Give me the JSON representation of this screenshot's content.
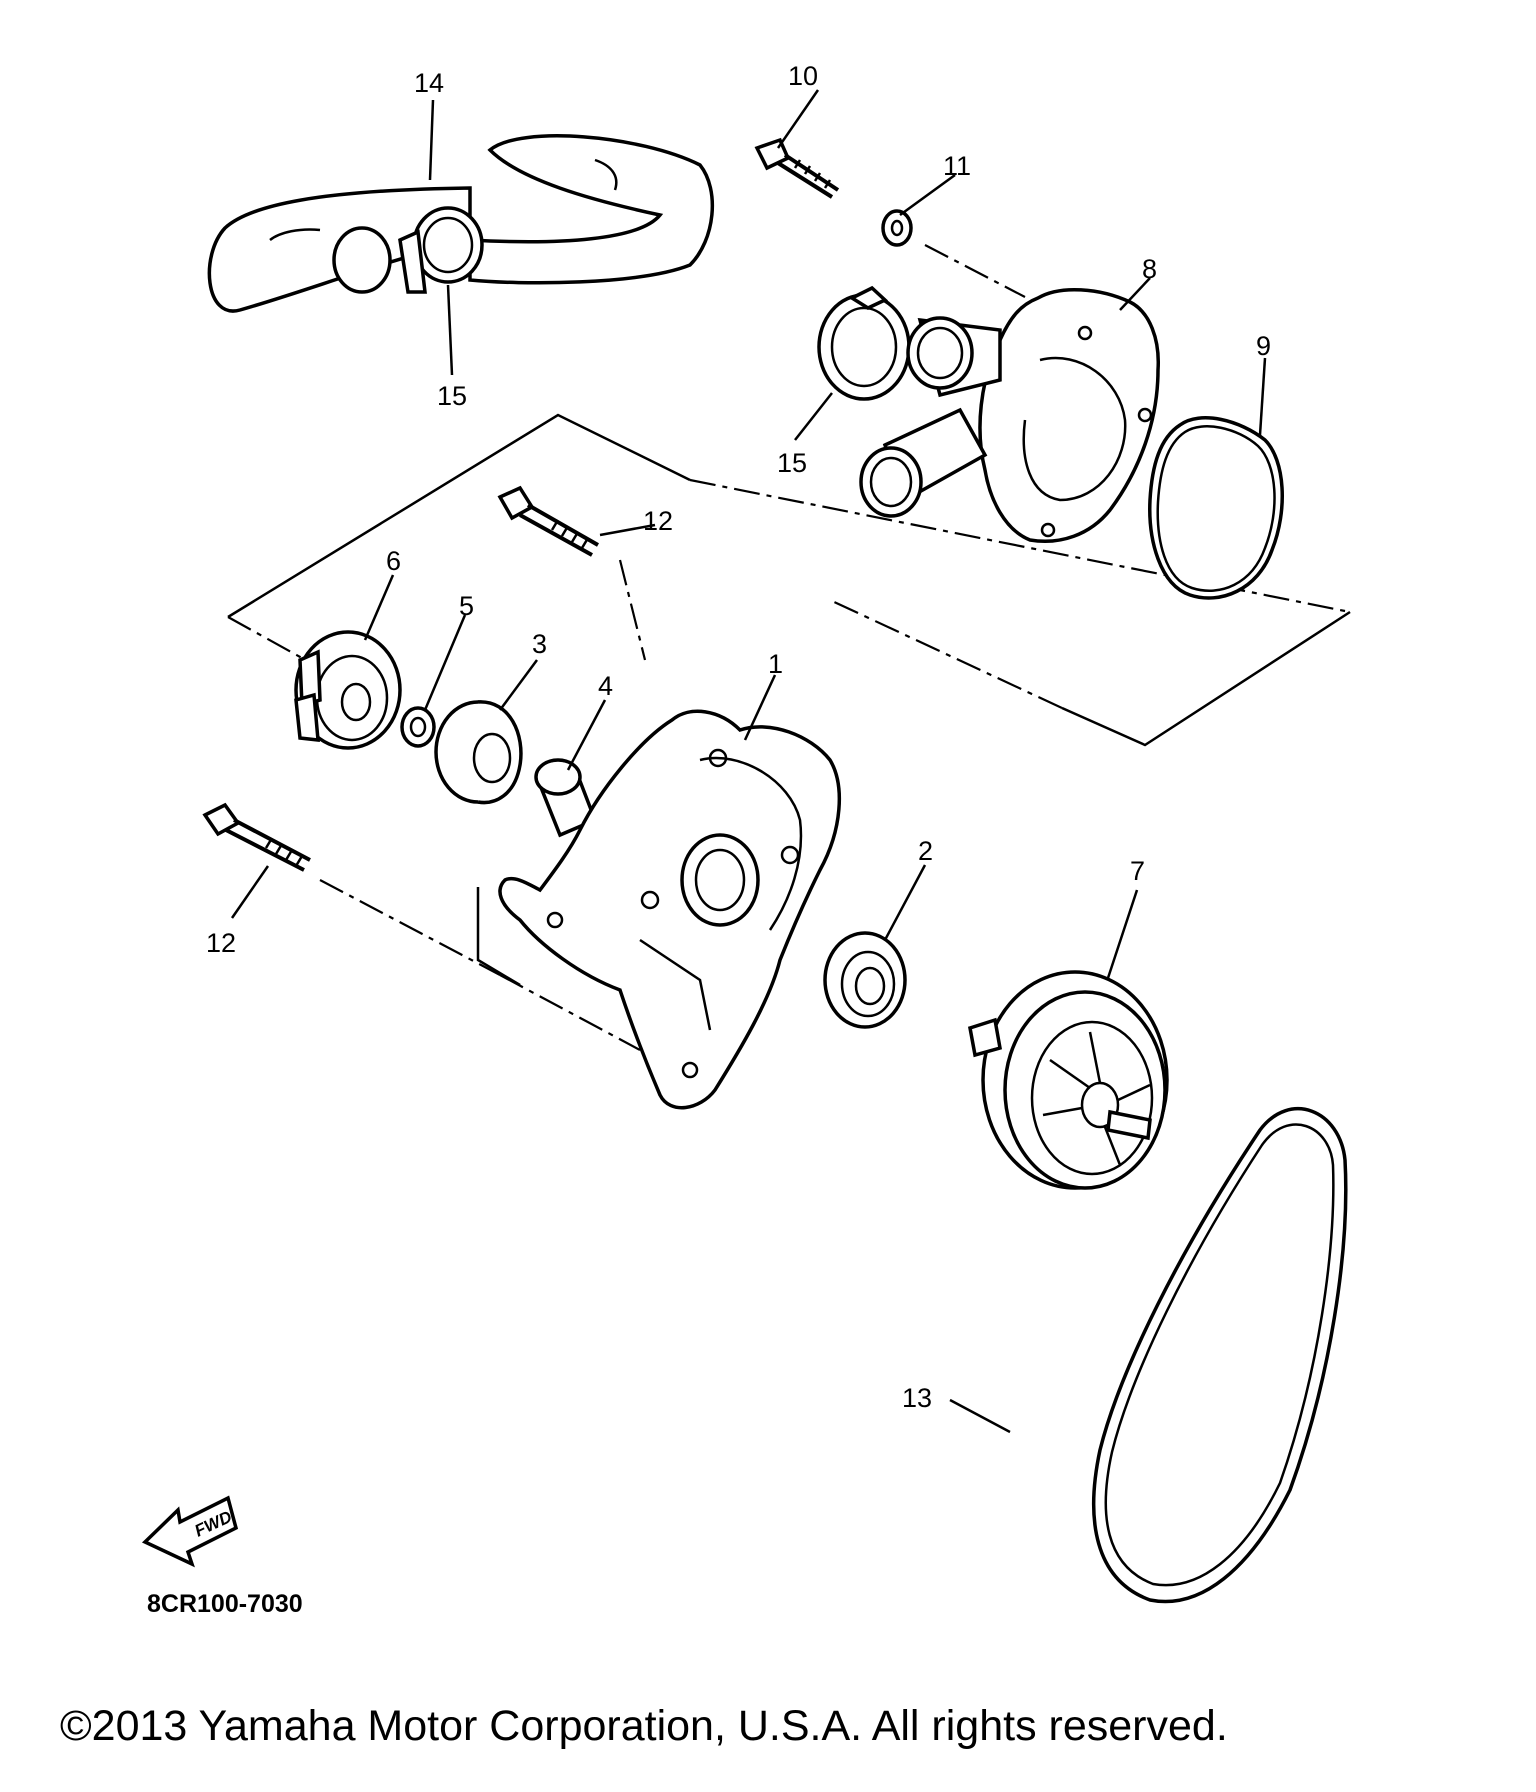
{
  "diagram": {
    "callouts": {
      "c1": "1",
      "c2": "2",
      "c3": "3",
      "c4": "4",
      "c5": "5",
      "c6": "6",
      "c7": "7",
      "c8": "8",
      "c9": "9",
      "c10": "10",
      "c11": "11",
      "c12a": "12",
      "c12b": "12",
      "c13": "13",
      "c14": "14",
      "c15a": "15",
      "c15b": "15"
    },
    "fwd_label": "FWD",
    "diagram_code": "8CR100-7030"
  },
  "footer": {
    "copyright": "©2013 Yamaha Motor Corporation, U.S.A. All rights reserved."
  }
}
